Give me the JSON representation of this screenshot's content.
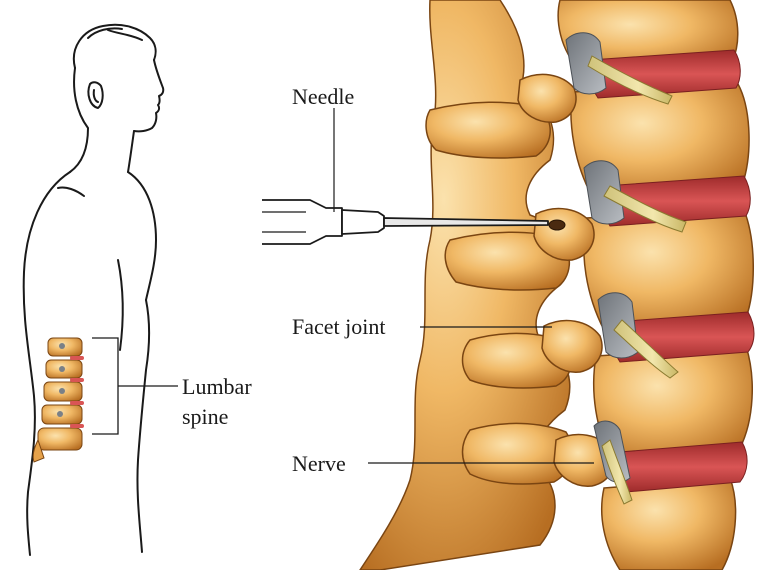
{
  "labels": {
    "needle": "Needle",
    "facet_joint": "Facet joint",
    "lumbar_line1": "Lumbar",
    "lumbar_line2": "spine",
    "nerve": "Nerve"
  },
  "colors": {
    "bone_light": "#f6c779",
    "bone_mid": "#e6a24a",
    "bone_dark": "#b76e22",
    "bone_shadow": "#7a4512",
    "disc_red": "#c23a3a",
    "disc_pink": "#e9a5a0",
    "nerve_gray": "#8a8f96",
    "nerve_yellow": "#e9d98a",
    "ink": "#1a1a1a",
    "background": "#ffffff"
  },
  "icons": {
    "human_figure": "human-silhouette-profile",
    "needle": "syringe-needle",
    "spine": "lumbar-vertebrae"
  }
}
